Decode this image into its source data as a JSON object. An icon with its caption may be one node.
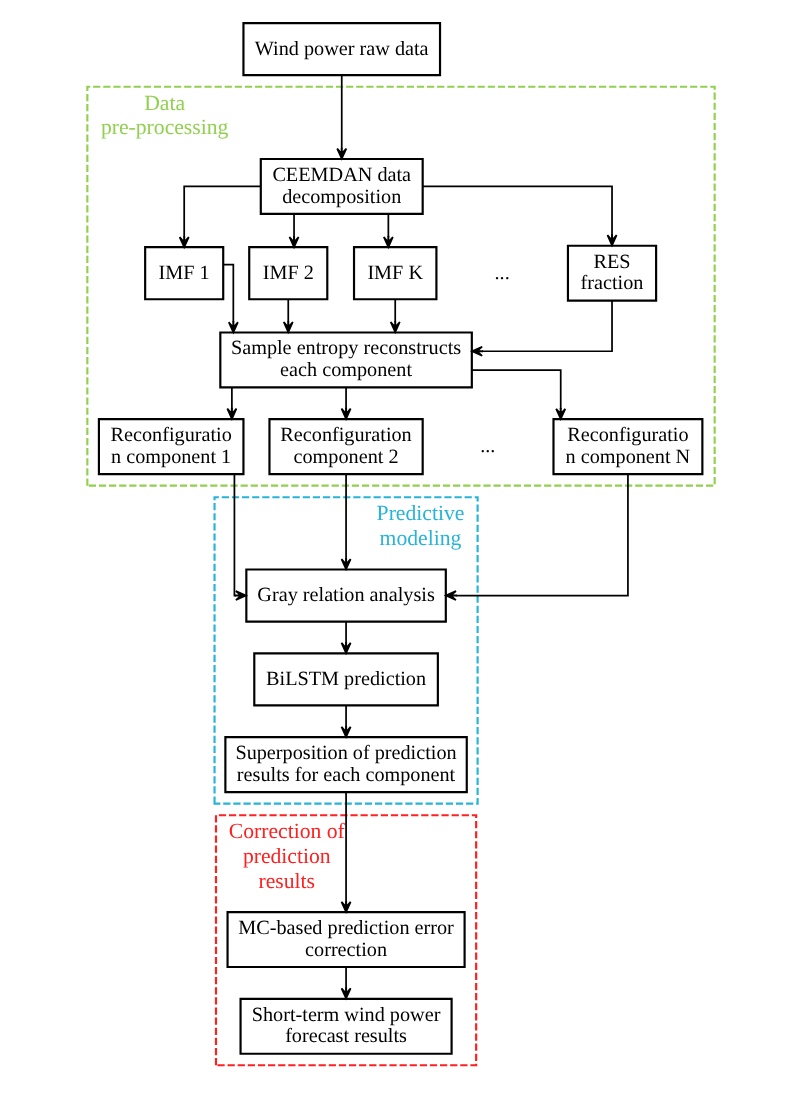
{
  "diagram": {
    "nodes": [
      {
        "text": [
          "Wind power raw data"
        ]
      },
      {
        "text": [
          "Data pre-processing"
        ]
      },
      {
        "text": [
          "CEEMDAN data decomposition"
        ],
        "in": 1
      },
      {
        "text": [
          "IMF 1"
        ],
        "in": 1
      },
      {
        "text": [
          "IMF 2"
        ],
        "in": 1
      },
      {
        "text": [
          "IMF K"
        ],
        "in": 1
      },
      {
        "text": [
          "RES fraction"
        ],
        "in": 1
      },
      {
        "text": [
          "Sample entropy reconstructs each component"
        ],
        "in": 1
      },
      {
        "text": [
          "Reconfiguratio n component 1"
        ],
        "in": 1
      },
      {
        "text": [
          "Reconfiguration component 2"
        ],
        "in": 1
      },
      {
        "text": [
          "Reconfiguratio n component N"
        ],
        "in": 1
      },
      {
        "text": [
          "Predictive modeling"
        ]
      },
      {
        "text": [
          "Gray relation analysis"
        ],
        "in": 11
      },
      {
        "text": [
          "BiLSTM prediction"
        ],
        "in": 11
      },
      {
        "text": [
          "Superposition of prediction results for each component"
        ],
        "in": 11
      },
      {
        "text": [
          "Correction of prediction results"
        ]
      },
      {
        "text": [
          "MC-based prediction error correction"
        ],
        "in": 15
      },
      {
        "text": [
          "Short-term wind power forecast results"
        ],
        "in": 15
      }
    ],
    "edges": [
      {
        "from": 0,
        "to": 2,
        "arrow": "to"
      },
      {
        "from": 2,
        "to": 3,
        "arrow": "to"
      },
      {
        "from": 2,
        "to": 4,
        "arrow": "to"
      },
      {
        "from": 2,
        "to": 5,
        "arrow": "to"
      },
      {
        "from": 2,
        "to": 6,
        "arrow": "to"
      },
      {
        "from": 3,
        "to": 7,
        "arrow": "to"
      },
      {
        "from": 4,
        "to": 7,
        "arrow": "to"
      },
      {
        "from": 5,
        "to": 7,
        "arrow": "to"
      },
      {
        "from": 6,
        "to": 7,
        "arrow": "to"
      },
      {
        "from": 7,
        "to": 8,
        "arrow": "to"
      },
      {
        "from": 7,
        "to": 9,
        "arrow": "to"
      },
      {
        "from": 7,
        "to": 10,
        "arrow": "to"
      },
      {
        "from": 8,
        "to": 12,
        "arrow": "to"
      },
      {
        "from": 9,
        "to": 12,
        "arrow": "to"
      },
      {
        "from": 10,
        "to": 12,
        "arrow": "to"
      },
      {
        "from": 12,
        "to": 13,
        "arrow": "to"
      },
      {
        "from": 13,
        "to": 14,
        "arrow": "to"
      },
      {
        "from": 14,
        "to": 16,
        "arrow": "to"
      },
      {
        "from": 16,
        "to": 17,
        "arrow": "to"
      }
    ],
    "labels": [
      "...",
      "..."
    ]
  }
}
